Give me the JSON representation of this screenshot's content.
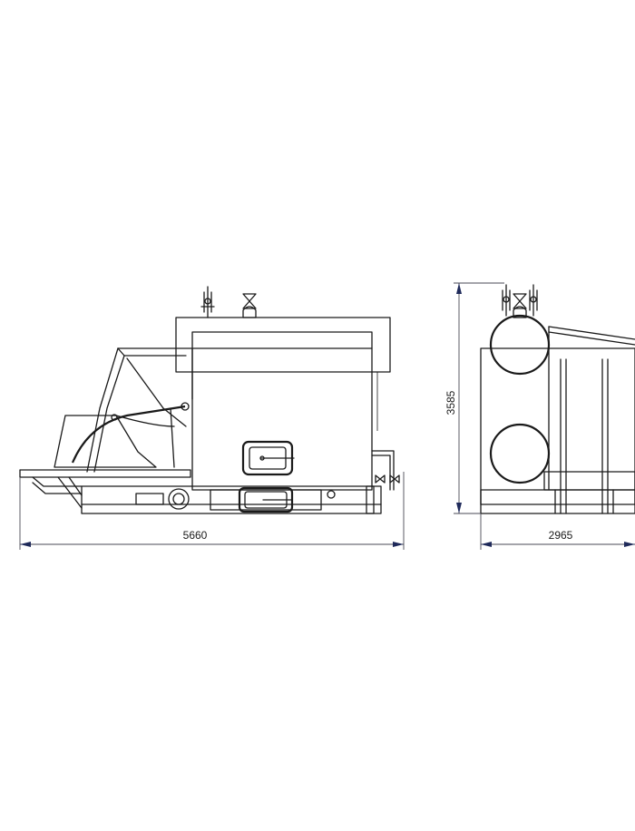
{
  "dimensions": {
    "side_length": "5660",
    "front_width": "2965",
    "front_height": "3585"
  }
}
